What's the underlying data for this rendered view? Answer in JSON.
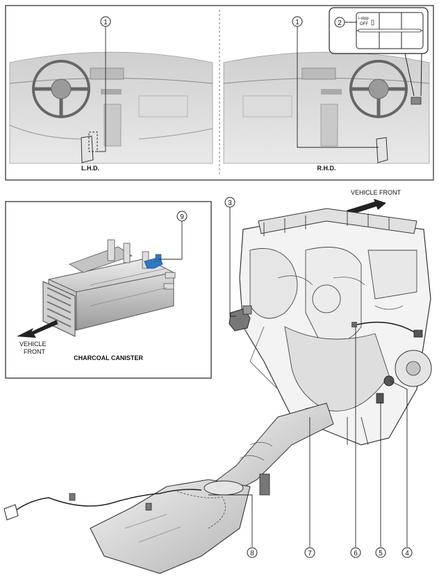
{
  "top_panel": {
    "lhd_label": "L.H.D.",
    "rhd_label": "R.H.D.",
    "switch_text_1": "i-stop",
    "switch_text_2": "OFF"
  },
  "canister_panel": {
    "caption": "CHARCOAL CANISTER",
    "arrow_label_1": "VEHICLE",
    "arrow_label_2": "FRONT"
  },
  "engine": {
    "arrow_label": "VEHICLE FRONT"
  },
  "callouts": {
    "c1": "1",
    "c2": "2",
    "c3": "3",
    "c4": "4",
    "c5": "5",
    "c6": "6",
    "c7": "7",
    "c8": "8",
    "c9": "9"
  },
  "colors": {
    "highlight": "#2f78c4",
    "line": "#222222",
    "shade": "#d8d8d8"
  }
}
